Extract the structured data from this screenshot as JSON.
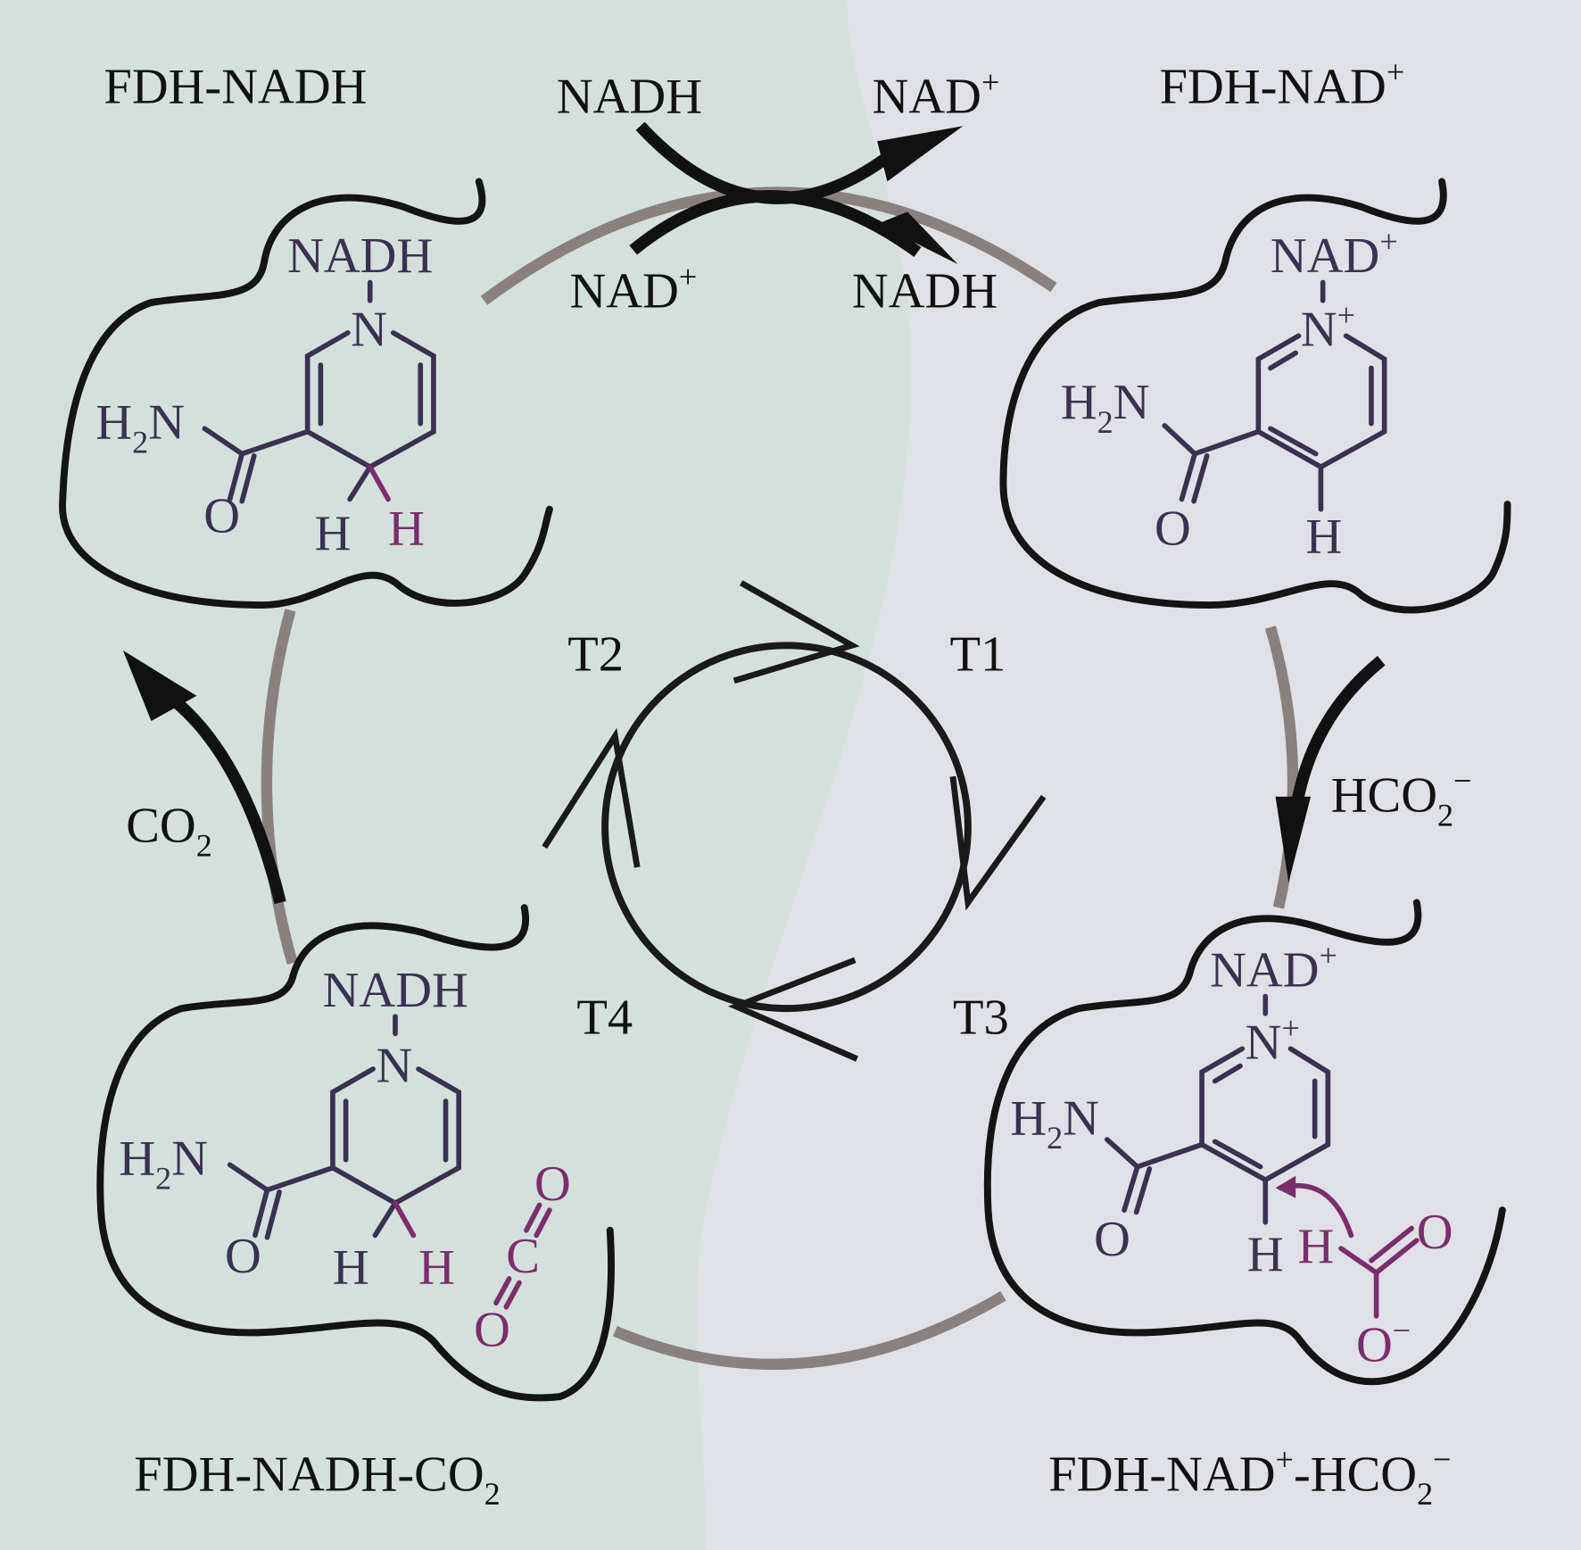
{
  "colors": {
    "left_bg": "#d4e0dc",
    "right_bg": "#dfe1e6",
    "molecule": "#3b3150",
    "highlight": "#7a2e6b",
    "cycle_arc": "#8a817e"
  },
  "states": {
    "top_left": "FDH-NADH",
    "top_right": {
      "main": "FDH-NAD",
      "sup": "+"
    },
    "bottom_left": {
      "main": "FDH-NADH-CO",
      "sub": "2"
    },
    "bottom_right": {
      "a": "FDH-NAD",
      "sup": "+",
      "b": "-HCO",
      "sub": "2",
      "sup2": "−"
    }
  },
  "exchange": {
    "in_top": "NADH",
    "out_top": "NAD",
    "out_top_sup": "+",
    "in_bottom": "NAD",
    "in_bottom_sup": "+",
    "out_bottom": "NADH"
  },
  "side_labels": {
    "co2": "CO",
    "co2_sub": "2",
    "formate": "HCO",
    "formate_sub": "2",
    "formate_sup": "−"
  },
  "transitions": [
    "T1",
    "T2",
    "T3",
    "T4"
  ],
  "molecule": {
    "nadh": "NADH",
    "nad": "NAD",
    "plus": "+",
    "n": "N",
    "h2n_h": "H",
    "h2n_2": "2",
    "h2n_n": "N",
    "o": "O",
    "h": "H",
    "c": "C",
    "o_minus": "−"
  }
}
